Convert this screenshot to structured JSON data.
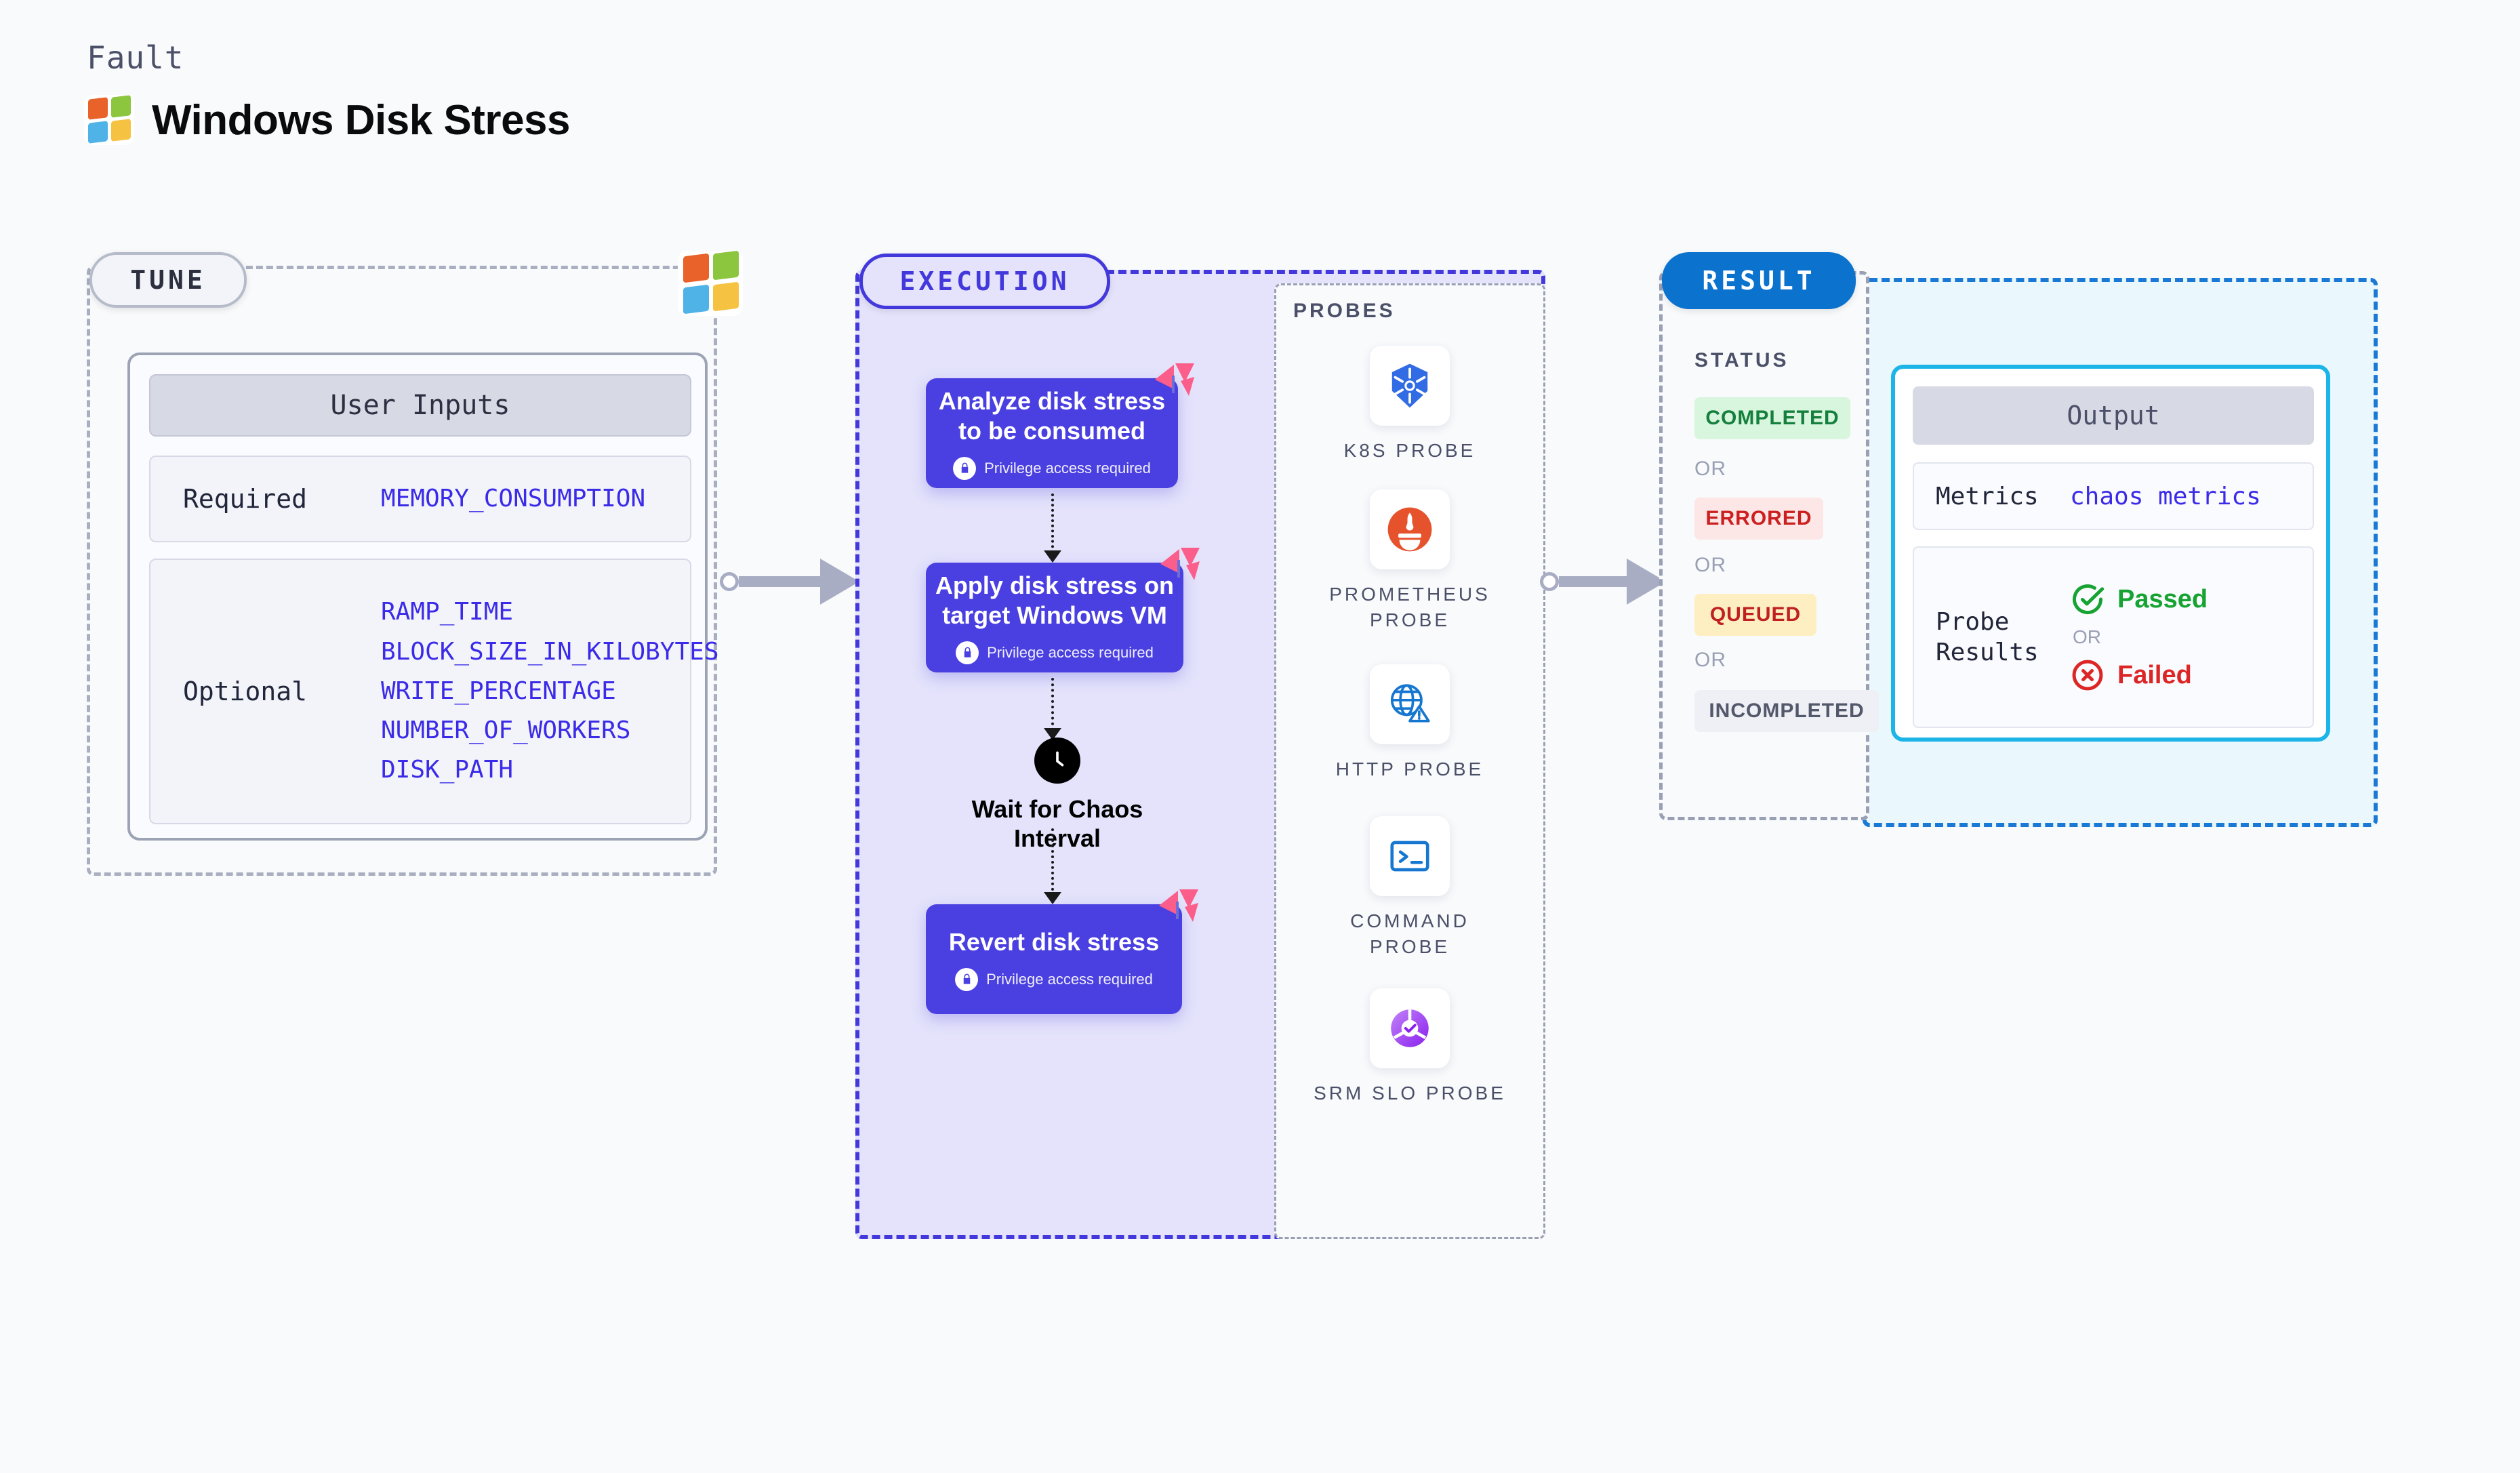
{
  "header": {
    "kicker": "Fault",
    "title": "Windows Disk Stress",
    "logo_icon": "windows-logo-icon"
  },
  "stages": {
    "tune": "TUNE",
    "execution": "EXECUTION",
    "result": "RESULT"
  },
  "tune": {
    "card_title": "User Inputs",
    "required": {
      "label": "Required",
      "values": "MEMORY_CONSUMPTION"
    },
    "optional": {
      "label": "Optional",
      "values": "RAMP_TIME\nBLOCK_SIZE_IN_KILOBYTES\nWRITE_PERCENTAGE\nNUMBER_OF_WORKERS\nDISK_PATH"
    },
    "optional_list": [
      "RAMP_TIME",
      "BLOCK_SIZE_IN_KILOBYTES",
      "WRITE_PERCENTAGE",
      "NUMBER_OF_WORKERS",
      "DISK_PATH"
    ]
  },
  "execution": {
    "privilege_note": "Privilege access required",
    "nodes": [
      {
        "title": "Analyze disk stress to be consumed",
        "privileged": true,
        "flag_icon": "harness-flag-icon"
      },
      {
        "title": "Apply disk stress on target Windows VM",
        "privileged": true,
        "flag_icon": "harness-flag-icon"
      },
      {
        "title": "Revert disk stress",
        "privileged": true,
        "flag_icon": "harness-flag-icon"
      }
    ],
    "wait": {
      "label": "Wait for Chaos Interval",
      "icon": "clock-icon"
    }
  },
  "probes": {
    "title": "PROBES",
    "items": [
      {
        "label": "K8S PROBE",
        "icon": "kubernetes-icon"
      },
      {
        "label": "PROMETHEUS PROBE",
        "icon": "prometheus-icon"
      },
      {
        "label": "HTTP PROBE",
        "icon": "http-globe-icon"
      },
      {
        "label": "COMMAND PROBE",
        "icon": "terminal-icon"
      },
      {
        "label": "SRM SLO PROBE",
        "icon": "srm-slo-icon"
      }
    ]
  },
  "result": {
    "status_title": "STATUS",
    "or": "OR",
    "statuses": [
      {
        "label": "COMPLETED",
        "bg": "#D8F5DD",
        "color": "#15803D"
      },
      {
        "label": "ERRORED",
        "bg": "#FCE6E6",
        "color": "#CC2020"
      },
      {
        "label": "QUEUED",
        "bg": "#FDEFC2",
        "color": "#C02020"
      },
      {
        "label": "INCOMPLETED",
        "bg": "#EEF0F5",
        "color": "#53586B"
      }
    ]
  },
  "output": {
    "card_title": "Output",
    "metrics": {
      "label": "Metrics",
      "value": "chaos metrics"
    },
    "probe_results": {
      "label": "Probe Results",
      "passed": "Passed",
      "failed": "Failed",
      "or": "OR",
      "pass_icon": "check-circle-icon",
      "fail_icon": "x-circle-icon"
    }
  },
  "colors": {
    "background": "#F8FAFC",
    "execution_accent": "#4338DB",
    "execution_fill": "#E4E3FB",
    "node_purple": "#4A3FE0",
    "result_accent": "#0B72CE",
    "output_accent": "#1DB5E8",
    "output_fill": "#EAF8FD",
    "param_blue": "#3B2BE8",
    "dashed_gray": "#9AA0B4",
    "flag_pink": "#FB5E8A"
  }
}
